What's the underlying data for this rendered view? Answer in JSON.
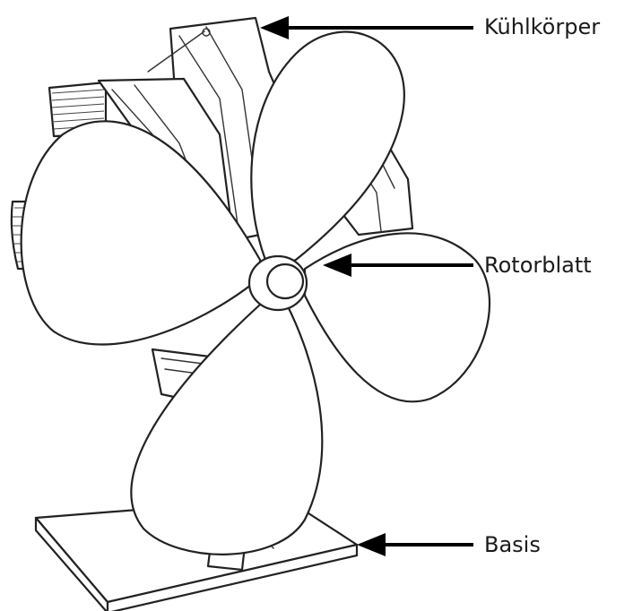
{
  "labels": {
    "heatsink": "Kühlkörper",
    "blade": "Rotorblatt",
    "base": "Basis"
  },
  "colors": {
    "line": "#222222",
    "arrow": "#000000",
    "background": "#ffffff"
  }
}
